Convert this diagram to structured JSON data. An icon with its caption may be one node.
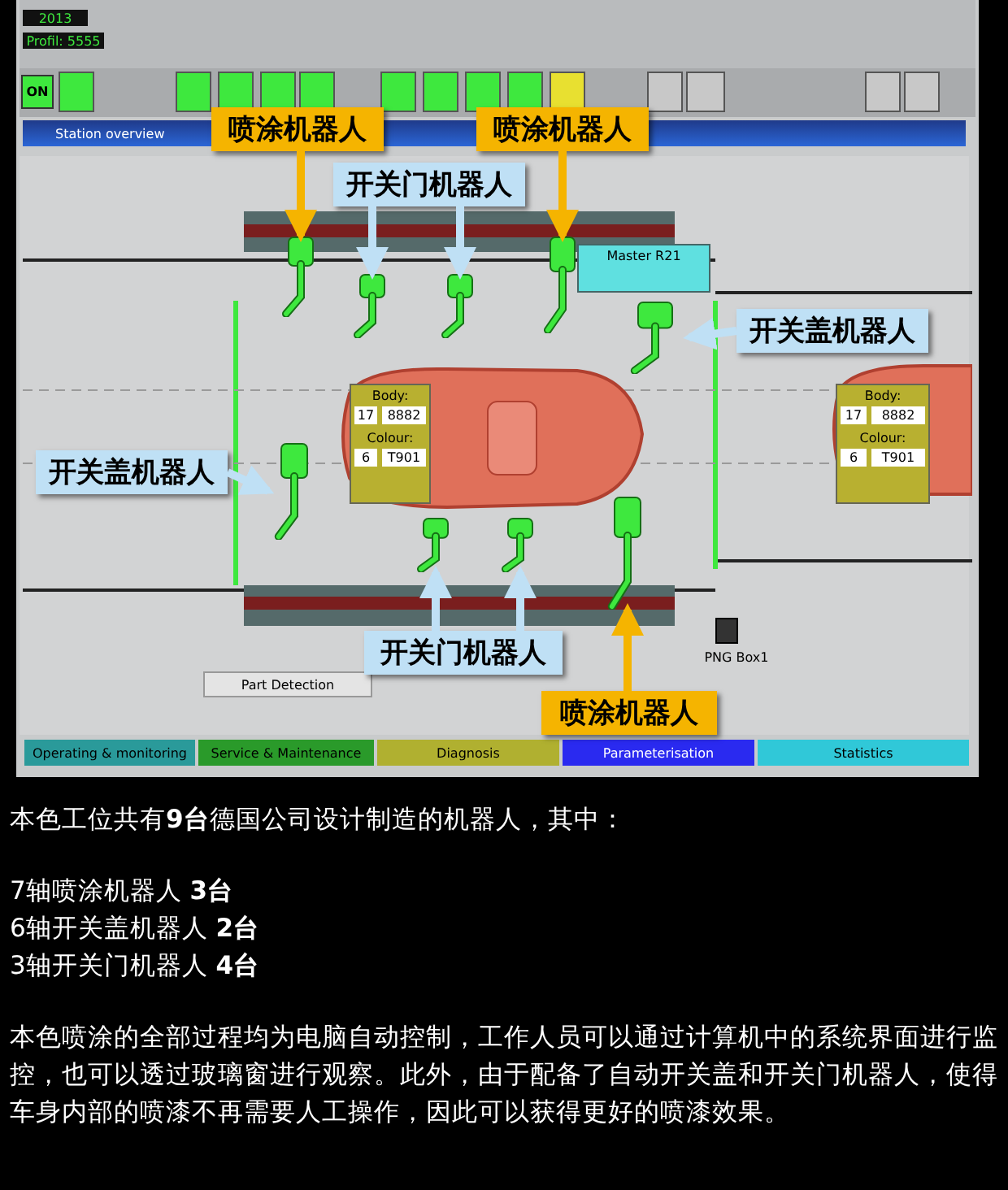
{
  "diagram": {
    "nodes": [
      {
        "text": [
          "喷涂机器人"
        ]
      },
      {
        "text": [
          "喷涂机器人"
        ]
      },
      {
        "text": [
          "开关门机器人"
        ]
      },
      {
        "text": [
          "开关盖机器人"
        ]
      },
      {
        "text": [
          "开关盖机器人"
        ]
      },
      {
        "text": [
          "开关门机器人"
        ]
      },
      {
        "text": [
          "喷涂机器人"
        ]
      },
      {
        "text": [],
        "shape": "picture"
      },
      {
        "text": [],
        "shape": "picture"
      },
      {
        "text": [],
        "shape": "picture"
      },
      {
        "text": [],
        "shape": "picture"
      },
      {
        "text": [],
        "shape": "picture"
      },
      {
        "text": [],
        "shape": "picture"
      },
      {
        "text": [],
        "shape": "picture"
      },
      {
        "text": [],
        "shape": "picture"
      },
      {
        "text": [],
        "shape": "picture"
      }
    ],
    "edges": [
      {
        "from": 0,
        "to": 8,
        "arrow": "to",
        "color": "#f5b400"
      },
      {
        "from": 1,
        "to": 13,
        "arrow": "to",
        "color": "#f5b400"
      },
      {
        "from": 2,
        "to": 9,
        "arrow": "to"
      },
      {
        "from": 2,
        "to": 11,
        "arrow": "to"
      },
      {
        "from": 3,
        "to": 15,
        "arrow": "to"
      },
      {
        "from": 4,
        "to": 7,
        "arrow": "to"
      },
      {
        "from": 5,
        "to": 10,
        "arrow": "to"
      },
      {
        "from": 5,
        "to": 12,
        "arrow": "to"
      },
      {
        "from": 6,
        "to": 14,
        "arrow": "to",
        "color": "#f5b400"
      }
    ],
    "labels": [
      "2013",
      "Profil: 5555",
      "ON",
      "Station overview",
      "Master R21",
      "Body:",
      "17",
      "8882",
      "Colour:",
      "6",
      "T901",
      "Body:",
      "17",
      "8882",
      "Colour:",
      "6",
      "T901",
      "PNG Box1",
      "Part Detection",
      "Operating & monitoring",
      "Service & Maintenance",
      "Diagnosis",
      "Parameterisation",
      "Statistics",
      "本色工位共有**9台**德国公司设计制造的机器人，其中：",
      "7轴喷涂机器人 **3台**",
      "6轴开关盖机器人 **2台**",
      "3轴开关门机器人 **4台**",
      "本色喷涂的全部过程均为电脑自动控制，工作人员可以通过计算机中的系统界面进行监控，也可以透过玻璃窗进行观察。此外，由于配备了自动开关盖和开关门机器人，使得车身内部的喷漆不再需要人工操作，因此可以获得更好的喷漆效果。"
    ]
  }
}
